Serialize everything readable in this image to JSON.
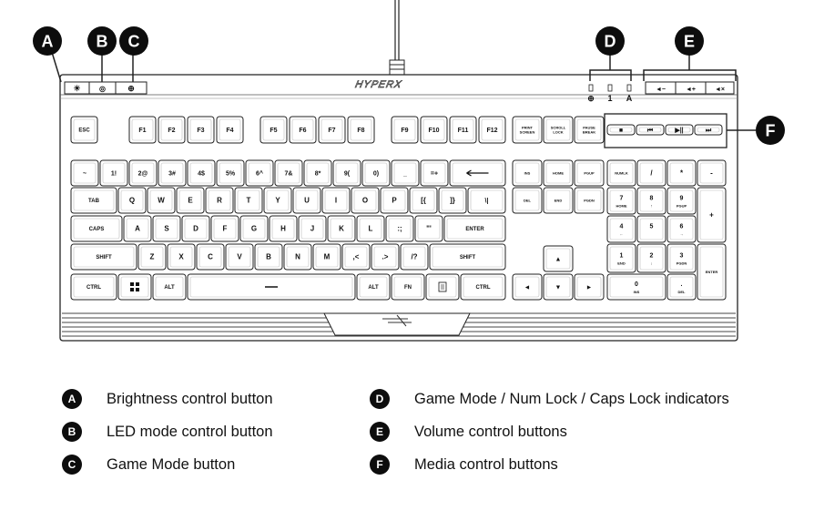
{
  "brand": "HYPERX",
  "callouts": {
    "a": "A",
    "b": "B",
    "c": "C",
    "d": "D",
    "e": "E",
    "f": "F"
  },
  "legend": [
    {
      "letter": "A",
      "text": "Brightness control button"
    },
    {
      "letter": "B",
      "text": "LED mode control button"
    },
    {
      "letter": "C",
      "text": "Game Mode button"
    },
    {
      "letter": "D",
      "text": "Game Mode / Num Lock / Caps Lock indicators"
    },
    {
      "letter": "E",
      "text": "Volume control buttons"
    },
    {
      "letter": "F",
      "text": "Media control buttons"
    }
  ],
  "indicators": [
    "1",
    "A"
  ],
  "keys": {
    "esc": "ESC",
    "f1": "F1",
    "f2": "F2",
    "f3": "F3",
    "f4": "F4",
    "f5": "F5",
    "f6": "F6",
    "f7": "F7",
    "f8": "F8",
    "f9": "F9",
    "f10": "F10",
    "f11": "F11",
    "f12": "F12",
    "prtsc": [
      "PRINT",
      "SCREEN"
    ],
    "scrlk": [
      "SCROLL",
      "LOCK"
    ],
    "pause": [
      "PAUSE",
      "BREAK"
    ],
    "tilde": "~",
    "n1": "1!",
    "n2": "2@",
    "n3": "3#",
    "n4": "4$",
    "n5": "5%",
    "n6": "6^",
    "n7": "7&",
    "n8": "8*",
    "n9": "9(",
    "n0": "0)",
    "minus": "_",
    "equal": "=+",
    "tab": "TAB",
    "q": "Q",
    "w": "W",
    "e": "E",
    "r": "R",
    "t": "T",
    "y": "Y",
    "u": "U",
    "i": "I",
    "o": "O",
    "p": "P",
    "lbr": "[{",
    "rbr": "]}",
    "bslash": "\\|",
    "caps": "CAPS",
    "a": "A",
    "s": "S",
    "d": "D",
    "f": "F",
    "g": "G",
    "h": "H",
    "j": "J",
    "k": "K",
    "l": "L",
    "semi": ":;",
    "quote": "\"'",
    "enter": "ENTER",
    "lshift": "SHIFT",
    "z": "Z",
    "x": "X",
    "c": "C",
    "v": "V",
    "b": "B",
    "n": "N",
    "m": "M",
    "comma": ",<",
    "period": ".>",
    "slash": "/?",
    "rshift": "SHIFT",
    "lctrl": "CTRL",
    "lalt": "ALT",
    "ralt": "ALT",
    "fn": "FN",
    "rctrl": "CTRL",
    "ins": "INS",
    "home": "HOME",
    "pgup": "PGUP",
    "del": "DEL",
    "end": "END",
    "pgdn": "PGDN",
    "up": "▲",
    "left": "◄",
    "down": "▼",
    "right": "►",
    "numlk": "NUMLK",
    "npdiv": "/",
    "npmul": "*",
    "npsub": "-",
    "npadd": "+",
    "npenter": "ENTER",
    "np7": [
      "7",
      "HOME"
    ],
    "np8": [
      "8",
      "↑"
    ],
    "np9": [
      "9",
      "PGUP"
    ],
    "np4": [
      "4",
      "←"
    ],
    "np5": [
      "5",
      ""
    ],
    "np6": [
      "6",
      "→"
    ],
    "np1": [
      "1",
      "END"
    ],
    "np2": [
      "2",
      "↓"
    ],
    "np3": [
      "3",
      "PGDN"
    ],
    "np0": [
      "0",
      "INS"
    ],
    "npdot": [
      ".",
      "DEL"
    ],
    "media_stop": "■",
    "media_prev": "⏮",
    "media_play": "▶||",
    "media_next": "⏭",
    "vol_down": "◄−",
    "vol_up": "◄+",
    "mute": "◄×"
  }
}
